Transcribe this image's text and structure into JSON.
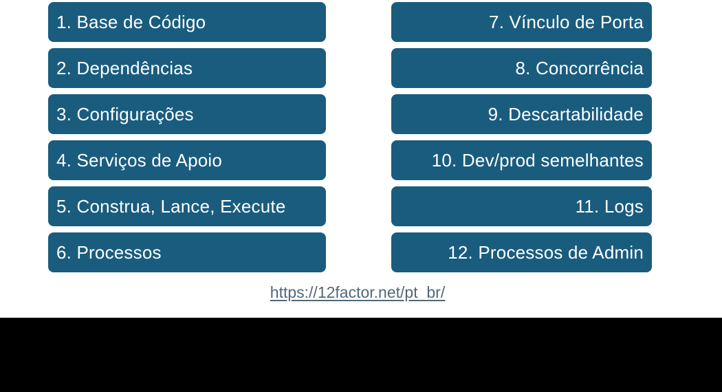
{
  "colors": {
    "factor_bg": "#1a5c7e",
    "factor_text": "#ffffff",
    "link": "#51687a",
    "background": "#ffffff",
    "bottom_bar": "#000000"
  },
  "factors_left": [
    {
      "label": "1. Base de Código"
    },
    {
      "label": "2. Dependências"
    },
    {
      "label": "3. Configurações"
    },
    {
      "label": "4. Serviços de Apoio"
    },
    {
      "label": "5. Construa, Lance, Execute"
    },
    {
      "label": "6. Processos"
    }
  ],
  "factors_right": [
    {
      "label": "7. Vínculo de Porta"
    },
    {
      "label": "8. Concorrência"
    },
    {
      "label": "9. Descartabilidade"
    },
    {
      "label": "10. Dev/prod semelhantes"
    },
    {
      "label": "11. Logs"
    },
    {
      "label": "12. Processos de Admin"
    }
  ],
  "link": {
    "text": "https://12factor.net/pt_br/"
  }
}
